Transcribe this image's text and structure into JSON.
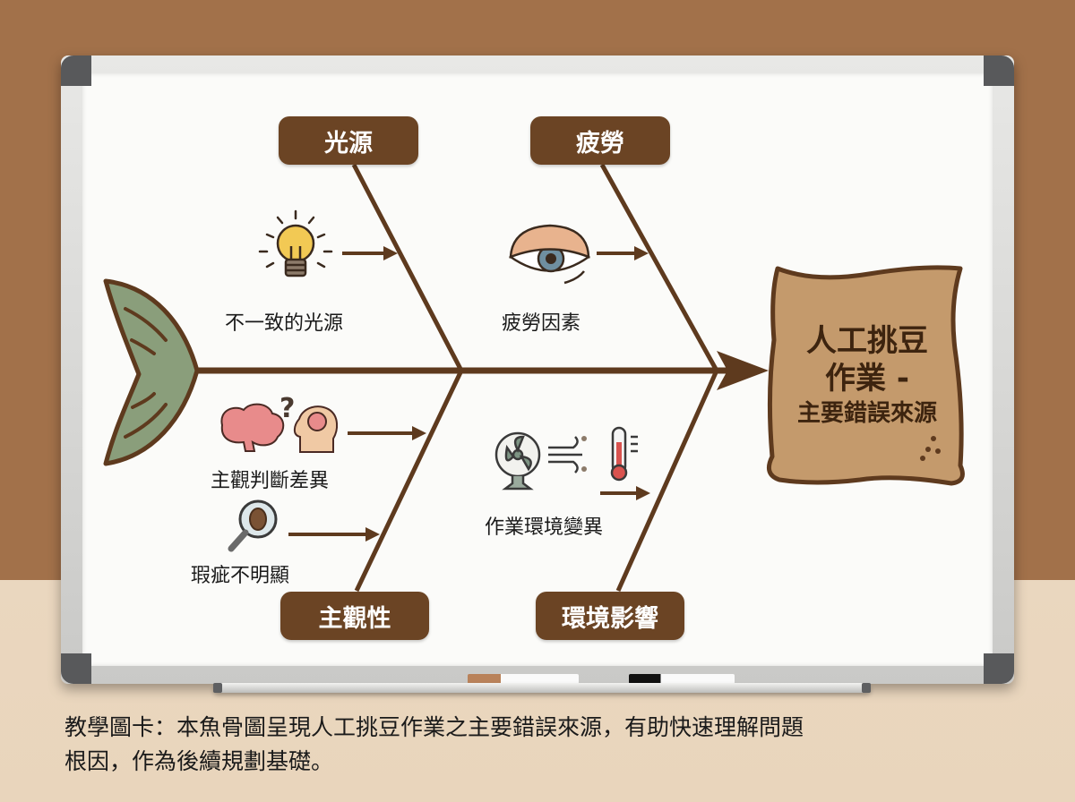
{
  "diagram": {
    "type": "fishbone",
    "head": {
      "line1": "人工挑豆",
      "line2": "作業 -",
      "line3": "主要錯誤來源"
    },
    "categories": [
      {
        "label": "光源",
        "position": "top-left",
        "causes": [
          {
            "text": "不一致的光源",
            "icon": "lightbulb-icon"
          }
        ]
      },
      {
        "label": "疲勞",
        "position": "top-right",
        "causes": [
          {
            "text": "疲勞因素",
            "icon": "tired-eye-icon"
          }
        ]
      },
      {
        "label": "主觀性",
        "position": "bottom-left",
        "causes": [
          {
            "text": "主觀判斷差異",
            "icon": "brain-head-icon"
          },
          {
            "text": "瑕疵不明顯",
            "icon": "magnifier-bean-icon"
          }
        ]
      },
      {
        "label": "環境影響",
        "position": "bottom-right",
        "causes": [
          {
            "text": "作業環境變異",
            "icon": "fan-wind-thermometer-icon"
          }
        ]
      }
    ]
  },
  "caption": {
    "line1": "教學圖卡：本魚骨圖呈現人工挑豆作業之主要錯誤來源，有助快速理解問題",
    "line2": "根因，作為後續規劃基礎。"
  },
  "colors": {
    "bone": "#5e3a1e",
    "label_bg": "#6b4424",
    "tail": "#8a9e7b",
    "sack": "#c49a6c",
    "wall": "#a2714a",
    "desk": "#ead7bf"
  }
}
